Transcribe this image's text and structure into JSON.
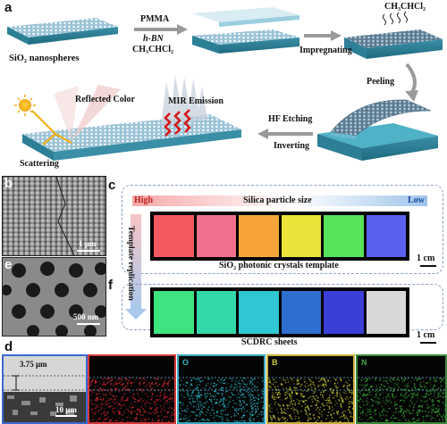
{
  "panel_letters": [
    "a",
    "b",
    "c",
    "d",
    "e",
    "f"
  ],
  "panel_a": {
    "substrate_label": "SiO₂ nanospheres",
    "step1_top": "PMMA",
    "step1_bottom_1": "h-BN",
    "step1_bottom_2": "CH₃CHCl₂",
    "solvent_label": "CH₃CHCl₂",
    "impregnating": "Impregnating",
    "peeling": "Peeling",
    "hf_etching": "HF Etching",
    "inverting": "Inverting",
    "reflected_color": "Reflected Color",
    "mir_emission": "MIR Emission",
    "scattering": "Scattering"
  },
  "panel_b": {
    "scale": "1 μm"
  },
  "panel_d": {
    "scale": "500 nm"
  },
  "panel_c": {
    "high": "High",
    "axis_title": "Silica particle size",
    "low": "Low",
    "caption": "SiO₂ photonic crystals template",
    "scale": "1 cm",
    "swatches": [
      "#f25a5f",
      "#f1708e",
      "#f6a43a",
      "#ebe23a",
      "#56e25a",
      "#5a5ff0"
    ]
  },
  "panel_f": {
    "caption": "SCDRC sheets",
    "scale": "1 cm",
    "swatches": [
      "#3de480",
      "#32d8a8",
      "#2fc8d2",
      "#2e6fd0",
      "#3a3fd8",
      "#d8d8d8"
    ]
  },
  "template_replication": "Template replication",
  "panel_e": {
    "thickness": "3.75 μm",
    "scale": "10 μm",
    "maps": [
      {
        "label": "",
        "color": "#d8262e",
        "border": "#d23a3a"
      },
      {
        "label": "O",
        "color": "#2ab8c8",
        "border": "#3aa8c0"
      },
      {
        "label": "B",
        "color": "#c8c830",
        "border": "#c8b040"
      },
      {
        "label": "N",
        "color": "#38a838",
        "border": "#3a8a3a"
      }
    ]
  }
}
